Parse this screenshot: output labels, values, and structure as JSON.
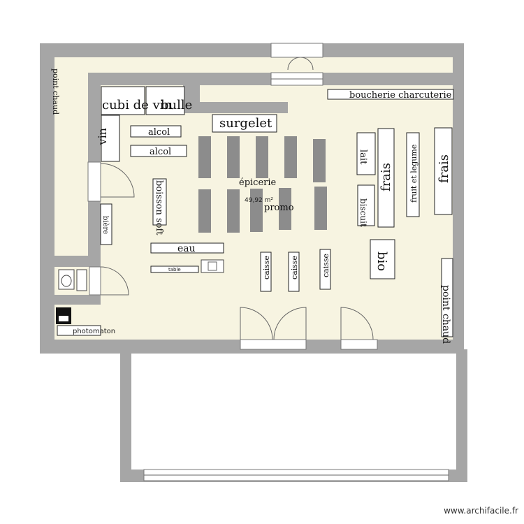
{
  "labels": {
    "point_chaud_left": "point chaud",
    "cubi_de_vin": "cubi de vin",
    "bulle": "bulle",
    "surgelet": "surgelet",
    "boucherie": "boucherie charcuterie",
    "vin": "vin",
    "alcol_1": "alcol",
    "alcol_2": "alcol",
    "boisson_soft": "boisson soft",
    "epicerie": "épicerie",
    "area": "49,92 m²",
    "promo": "promo",
    "lait": "lait",
    "frais_1": "frais",
    "fruit_legume": "fruit et legume",
    "frais_2": "frais",
    "biscuit": "biscuit",
    "biere": "bière",
    "eau": "eau",
    "table": "table",
    "caisse_1": "caisse",
    "caisse_2": "caisse",
    "caisse_3": "caisse",
    "bio": "bio",
    "point_chaud_right": "point chaud",
    "photomaton": "photomaton"
  },
  "watermark": "www.archifacile.fr",
  "colors": {
    "wall": "#a6a6a6",
    "floor": "#f7f4e1",
    "shelf": "#8c8c8c"
  },
  "icons": [
    "toilet-icon",
    "sink-icon",
    "photo-booth-icon",
    "door-swing-icon",
    "appliance-icon"
  ]
}
